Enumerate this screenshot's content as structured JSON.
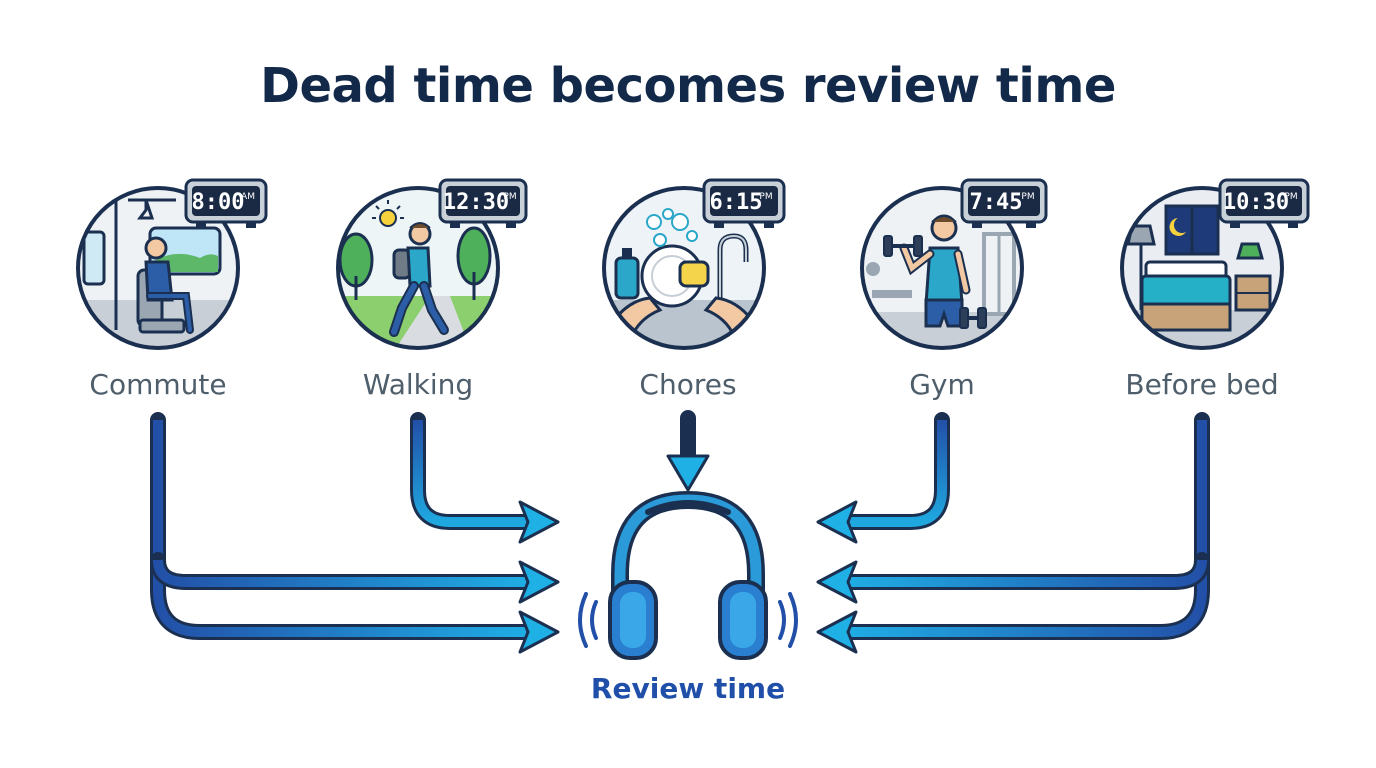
{
  "title": "Dead time becomes review time",
  "hub_label": "Review time",
  "activities": [
    {
      "label": "Commute",
      "time": "8:00",
      "period": "AM",
      "icon": "train-passenger-icon"
    },
    {
      "label": "Walking",
      "time": "12:30",
      "period": "PM",
      "icon": "walking-person-icon"
    },
    {
      "label": "Chores",
      "time": "6:15",
      "period": "PM",
      "icon": "dish-washing-icon"
    },
    {
      "label": "Gym",
      "time": "7:45",
      "period": "PM",
      "icon": "dumbbell-workout-icon"
    },
    {
      "label": "Before bed",
      "time": "10:30",
      "period": "PM",
      "icon": "bedroom-icon"
    }
  ],
  "colors": {
    "title": "#12294a",
    "outline": "#1b3050",
    "arrow_dark": "#2250a8",
    "arrow_light": "#1fa8e0",
    "headphones": "#2a8fd0",
    "clock_screen": "#1b2a44"
  }
}
